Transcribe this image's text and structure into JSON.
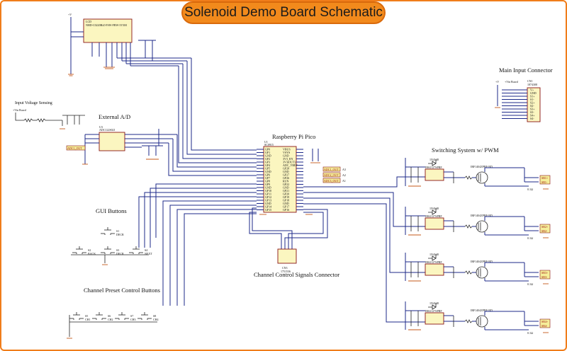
{
  "title": "Solenoid Demo Board Schematic",
  "sections": {
    "input_voltage_sensing": "Input Voltage Sensing",
    "external_ad": "External A/D",
    "raspberry_pi_pico": "Raspberry Pi Pico",
    "gui_buttons": "GUI Buttons",
    "channel_preset_buttons": "Channel Preset Control Buttons",
    "channel_control_connector": "Channel Control Signals Connector",
    "switching_system": "Switching System w/ PWM",
    "main_input_connector": "Main Input Connector"
  },
  "lcd": {
    "ref": "LCD",
    "part": "NHD-C0220BiZ-FSW-FBW-3V3M"
  },
  "adc": {
    "ref": "U3",
    "part": "ADC122S021",
    "net": "ADC1_OUT"
  },
  "pico": {
    "ref": "U1",
    "part": "SC0915",
    "left_pins": [
      "GP0",
      "GP1",
      "GND",
      "GP2",
      "GP3",
      "GP4",
      "GP5",
      "GND",
      "GP6",
      "GP7",
      "GP8",
      "GP9",
      "GND",
      "GP10",
      "GP11",
      "GP12",
      "GP13",
      "GND",
      "GP14",
      "GP15"
    ],
    "right_pins": [
      "VBUS",
      "VSYS",
      "GND",
      "3V3_EN",
      "3V3(OUT)",
      "ADC_VREF",
      "GP28",
      "GND",
      "GP27",
      "GP26",
      "RUN",
      "GP22",
      "GND",
      "GP21",
      "GP20",
      "GP19",
      "GP18",
      "GND",
      "GP17",
      "GP16"
    ],
    "adc_nets": [
      "ADC1_OUT",
      "ADC2_OUT",
      "ADC3_OUT"
    ],
    "adc_pins": [
      "A3",
      "A2",
      "A1"
    ]
  },
  "gui_buttons": [
    {
      "ref": "S1",
      "label": "DECR"
    },
    {
      "ref": "S2",
      "label": "BACK"
    },
    {
      "ref": "S3",
      "label": "DECR"
    },
    {
      "ref": "S4",
      "label": "NEXT"
    }
  ],
  "preset_buttons": [
    {
      "ref": "S5",
      "label": "CH1"
    },
    {
      "ref": "S6",
      "label": "CH2"
    },
    {
      "ref": "S7",
      "label": "CH3"
    },
    {
      "ref": "S8",
      "label": "CH4"
    }
  ],
  "connector": {
    "ref": "CN3",
    "part": "1751536"
  },
  "main_connector": {
    "ref": "CN1",
    "part": "1874308",
    "pins": [
      "V+",
      "GND",
      "S1+",
      "S1-",
      "S2+",
      "S2-",
      "S3+",
      "S3-",
      "S4+",
      "S4-"
    ]
  },
  "channels": [
    {
      "driver": "IRS2127SPBF",
      "mosfet": "IRF1404ZPBF-ND",
      "diode": "1N4148",
      "shunt": "0.1Ω",
      "load": [
        "SR1+",
        "SR1-"
      ]
    },
    {
      "driver": "IRS2127SPBF",
      "mosfet": "IRF1404ZPBF-ND",
      "diode": "1N4148",
      "shunt": "0.1Ω",
      "load": [
        "SR2+",
        "SR2-"
      ]
    },
    {
      "driver": "IRS2127SPBF",
      "mosfet": "IRF1404ZPBF-ND",
      "diode": "1N4148",
      "shunt": "0.1Ω",
      "load": [
        "SR3+",
        "SR3-"
      ]
    },
    {
      "driver": "IRS2127SPBF",
      "mosfet": "IRF1404ZPBF-ND",
      "diode": "1N4148",
      "shunt": "0.1Ω",
      "load": [
        "SR4+",
        "SR4-"
      ]
    }
  ],
  "labels": {
    "vplus": "+V",
    "vin": "+Vin Board"
  },
  "colors": {
    "accent": "#f28a1c",
    "wire": "#1d2a8a",
    "chip_fill": "#fbf6c0",
    "chip_outline": "#8a1414"
  }
}
